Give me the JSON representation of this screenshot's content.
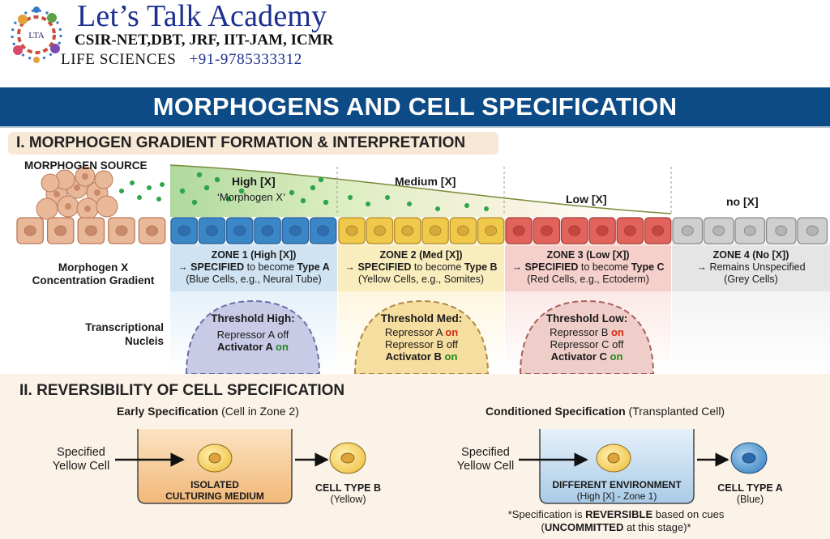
{
  "brand": {
    "title": "Let’s Talk Academy",
    "line1": "CSIR-NET,DBT, JRF, IIT-JAM, ICMR",
    "line2_prefix": "LIFE SCIENCES",
    "phone": "+91-9785333312",
    "logo_text": "LTA"
  },
  "banner_title": "MORPHOGENS AND CELL SPECIFICATION",
  "section1": {
    "title": "I. MORPHOGEN GRADIENT FORMATION & INTERPRETATION",
    "source_label": "MORPHOGEN SOURCE",
    "gradient_label_1": "Morphogen X",
    "gradient_label_2": "Concentration Gradient",
    "nuclei_label_1": "Transcriptional",
    "nuclei_label_2": "Nucleis",
    "morphogen_name": "‘Morphogen X’",
    "conc_labels": [
      "High [X]",
      "Medium [X]",
      "Low [X]",
      "no [X]"
    ],
    "zones": [
      {
        "title": "ZONE 1 (High [X])",
        "spec_prefix": "→ ",
        "spec_bold": "SPECIFIED",
        "spec_mid": " to become ",
        "spec_type": "Type A",
        "note": "(Blue Cells, e.g., Neural Tube)",
        "color": "#d3e6f5",
        "cell": "#3b86c7"
      },
      {
        "title": "ZONE 2 (Med [X])",
        "spec_prefix": "→ ",
        "spec_bold": "SPECIFIED",
        "spec_mid": " to become ",
        "spec_type": "Type B",
        "note": "(Yellow Cells, e.g., Somites)",
        "color": "#fbefc3",
        "cell": "#f1c94a"
      },
      {
        "title": "ZONE 3 (Low [X])",
        "spec_prefix": "→ ",
        "spec_bold": "SPECIFIED",
        "spec_mid": " to become ",
        "spec_type": "Type C",
        "note": "(Red Cells, e.g., Ectoderm)",
        "color": "#f7d3ce",
        "cell": "#e1635c"
      },
      {
        "title": "ZONE 4 (No [X])",
        "spec_prefix": "→ ",
        "spec_bold": "",
        "spec_mid": "Remains Unspecified",
        "spec_type": "",
        "note": "(Grey Cells)",
        "color": "#e9e9e9",
        "cell": "#cfcfcf"
      }
    ],
    "thresholds": [
      {
        "title": "Threshold High:",
        "l1": "Repressor A off",
        "l2a": "Activator A ",
        "l2b": "on",
        "l3a": "",
        "l3b": "",
        "l3c": ""
      },
      {
        "title": "Threshold Med:",
        "l1a": "Repressor A ",
        "l1b": "on",
        "l2": "Repressor B off",
        "l3a": "Activator B ",
        "l3b": "on"
      },
      {
        "title": "Threshold Low:",
        "l1a": "Repressor B ",
        "l1b": "on",
        "l2": "Repressor C off",
        "l3a": "Activator C ",
        "l3b": "on"
      }
    ]
  },
  "section2": {
    "title": "II. REVERSIBILITY OF CELL SPECIFICATION",
    "early_bold": "Early Specification",
    "early_rest": " (Cell in Zone 2)",
    "cond_bold": "Conditioned Specification",
    "cond_rest": " (Transplanted Cell)",
    "specified_1": "Specified",
    "specified_2": "Yellow Cell",
    "medium_1": "ISOLATED",
    "medium_2": "CULTURING MEDIUM",
    "result_b_1": "CELL TYPE B",
    "result_b_2": "(Yellow)",
    "env_1": "DIFFERENT ENVIRONMENT",
    "env_2": "(High [X] - Zone 1)",
    "result_a_1": "CELL TYPE A",
    "result_a_2": "(Blue)",
    "note_1a": "*Specification is ",
    "note_1b": "REVERSIBLE",
    "note_1c": " based on cues",
    "note_2a": "(",
    "note_2b": "UNCOMMITTED",
    "note_2c": " at this stage)*"
  },
  "colors": {
    "banner": "#0d4b86",
    "brand": "#1d2f8f",
    "zone1": "#3b86c7",
    "zone2": "#f1c94a",
    "zone3": "#e1635c",
    "zone4": "#cfcfcf",
    "source_cell": "#e9b898",
    "morphogen_dot": "#2ea54a"
  }
}
